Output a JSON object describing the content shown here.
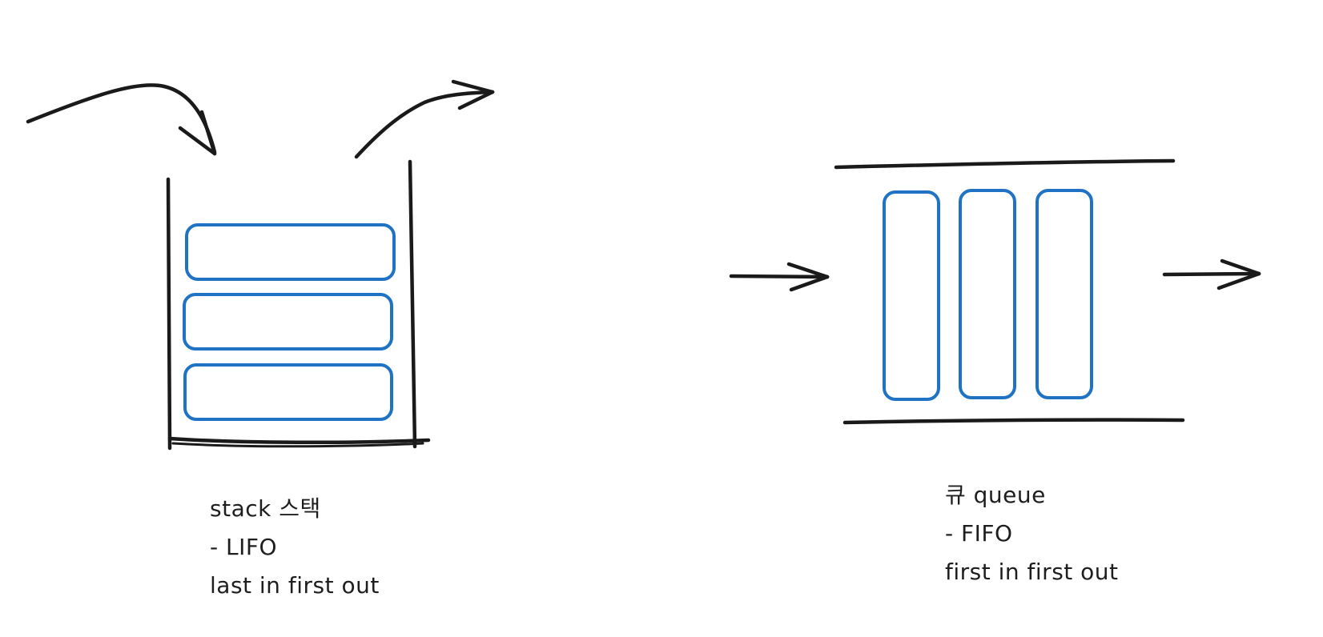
{
  "stack": {
    "caption_lines": [
      "stack 스택",
      "- LIFO",
      "last in first out"
    ],
    "item_count": 3
  },
  "queue": {
    "caption_lines": [
      "큐 queue",
      "- FIFO",
      "first in first out"
    ],
    "item_count": 3
  },
  "colors": {
    "ink": "#1a1a1a",
    "item_stroke": "#1f72c4",
    "background": "#ffffff"
  }
}
